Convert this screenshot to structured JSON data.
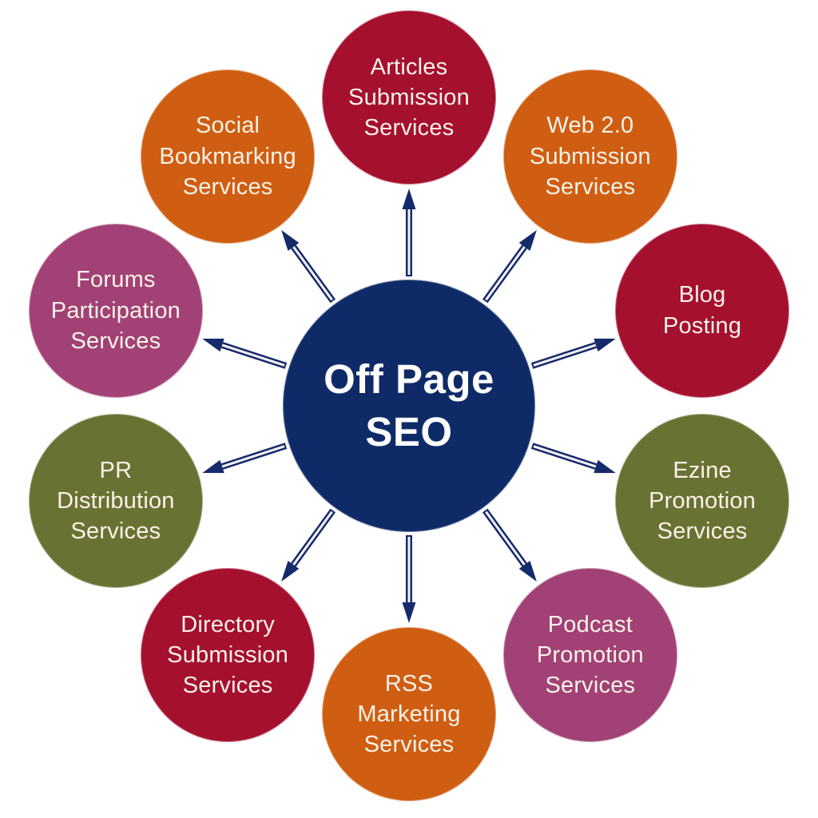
{
  "colors": {
    "background": "#ffffff",
    "center_fill": "#0f2b67",
    "center_text": "#ffffff",
    "node_text": "#fcf2e8",
    "arrow": "#152a6b",
    "arrow_gap": "#f4f2f6",
    "crimson": "#a5102f",
    "orange": "#cf5e12",
    "olive": "#697233",
    "magenta": "#a14175"
  },
  "center": {
    "lines": [
      "Off Page",
      "SEO"
    ]
  },
  "nodes": [
    {
      "name": "articles-submission-services",
      "lines": [
        "Articles",
        "Submission",
        "Services"
      ],
      "color": "#a5102f",
      "angle": -90
    },
    {
      "name": "web-2-0-submission-services",
      "lines": [
        "Web 2.0",
        "Submission",
        "Services"
      ],
      "color": "#cf5e12",
      "angle": -54
    },
    {
      "name": "blog-posting",
      "lines": [
        "Blog",
        "Posting"
      ],
      "color": "#a5102f",
      "angle": -18
    },
    {
      "name": "ezine-promotion-services",
      "lines": [
        "Ezine",
        "Promotion",
        "Services"
      ],
      "color": "#697233",
      "angle": 18
    },
    {
      "name": "podcast-promotion-services",
      "lines": [
        "Podcast",
        "Promotion",
        "Services"
      ],
      "color": "#a14175",
      "angle": 54
    },
    {
      "name": "rss-marketing-services",
      "lines": [
        "RSS",
        "Marketing",
        "Services"
      ],
      "color": "#cf5e12",
      "angle": 90
    },
    {
      "name": "directory-submission-services",
      "lines": [
        "Directory",
        "Submission",
        "Services"
      ],
      "color": "#a5102f",
      "angle": 126
    },
    {
      "name": "pr-distribution-services",
      "lines": [
        "PR",
        "Distribution",
        "Services"
      ],
      "color": "#697233",
      "angle": 162
    },
    {
      "name": "forums-participation-services",
      "lines": [
        "Forums",
        "Participation",
        "Services"
      ],
      "color": "#a14175",
      "angle": 198
    },
    {
      "name": "social-bookmarking-services",
      "lines": [
        "Social",
        "Bookmarking",
        "Services"
      ],
      "color": "#cf5e12",
      "angle": 234
    }
  ]
}
